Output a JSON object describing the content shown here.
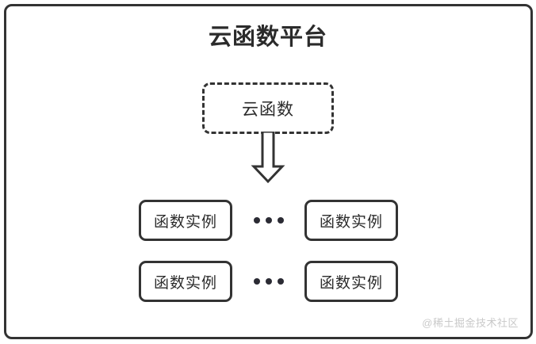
{
  "diagram": {
    "title": "云函数平台",
    "cloud_function": {
      "label": "云函数",
      "border_style": "dashed"
    },
    "arrow": {
      "name": "down-block-arrow",
      "direction": "down"
    },
    "instance_rows": [
      {
        "left_label": "函数实例",
        "ellipsis": "•••",
        "right_label": "函数实例"
      },
      {
        "left_label": "函数实例",
        "ellipsis": "•••",
        "right_label": "函数实例"
      }
    ],
    "watermark": "@稀土掘金技术社区",
    "colors": {
      "stroke": "#333333",
      "text": "#2b2b2b",
      "background": "#ffffff",
      "dot": "#2b2b34",
      "watermark": "#c9c9c9"
    }
  }
}
